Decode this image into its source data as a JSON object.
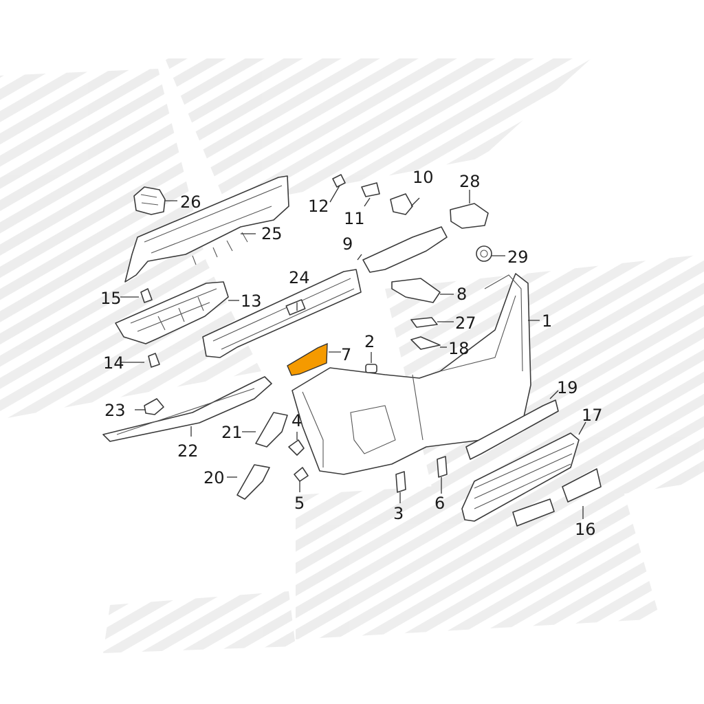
{
  "diagram": {
    "highlight_color": "#f59a00",
    "highlighted_part": "7",
    "callouts": [
      {
        "id": "p1",
        "label": "1"
      },
      {
        "id": "p2",
        "label": "2"
      },
      {
        "id": "p3",
        "label": "3"
      },
      {
        "id": "p4",
        "label": "4"
      },
      {
        "id": "p5",
        "label": "5"
      },
      {
        "id": "p6",
        "label": "6"
      },
      {
        "id": "p7",
        "label": "7"
      },
      {
        "id": "p8",
        "label": "8"
      },
      {
        "id": "p9",
        "label": "9"
      },
      {
        "id": "p10",
        "label": "10"
      },
      {
        "id": "p11",
        "label": "11"
      },
      {
        "id": "p12",
        "label": "12"
      },
      {
        "id": "p13",
        "label": "13"
      },
      {
        "id": "p14",
        "label": "14"
      },
      {
        "id": "p15",
        "label": "15"
      },
      {
        "id": "p16",
        "label": "16"
      },
      {
        "id": "p17",
        "label": "17"
      },
      {
        "id": "p18",
        "label": "18"
      },
      {
        "id": "p19",
        "label": "19"
      },
      {
        "id": "p20",
        "label": "20"
      },
      {
        "id": "p21",
        "label": "21"
      },
      {
        "id": "p22",
        "label": "22"
      },
      {
        "id": "p23",
        "label": "23"
      },
      {
        "id": "p24",
        "label": "24"
      },
      {
        "id": "p25",
        "label": "25"
      },
      {
        "id": "p26",
        "label": "26"
      },
      {
        "id": "p27",
        "label": "27"
      },
      {
        "id": "p28",
        "label": "28"
      },
      {
        "id": "p29",
        "label": "29"
      }
    ]
  }
}
